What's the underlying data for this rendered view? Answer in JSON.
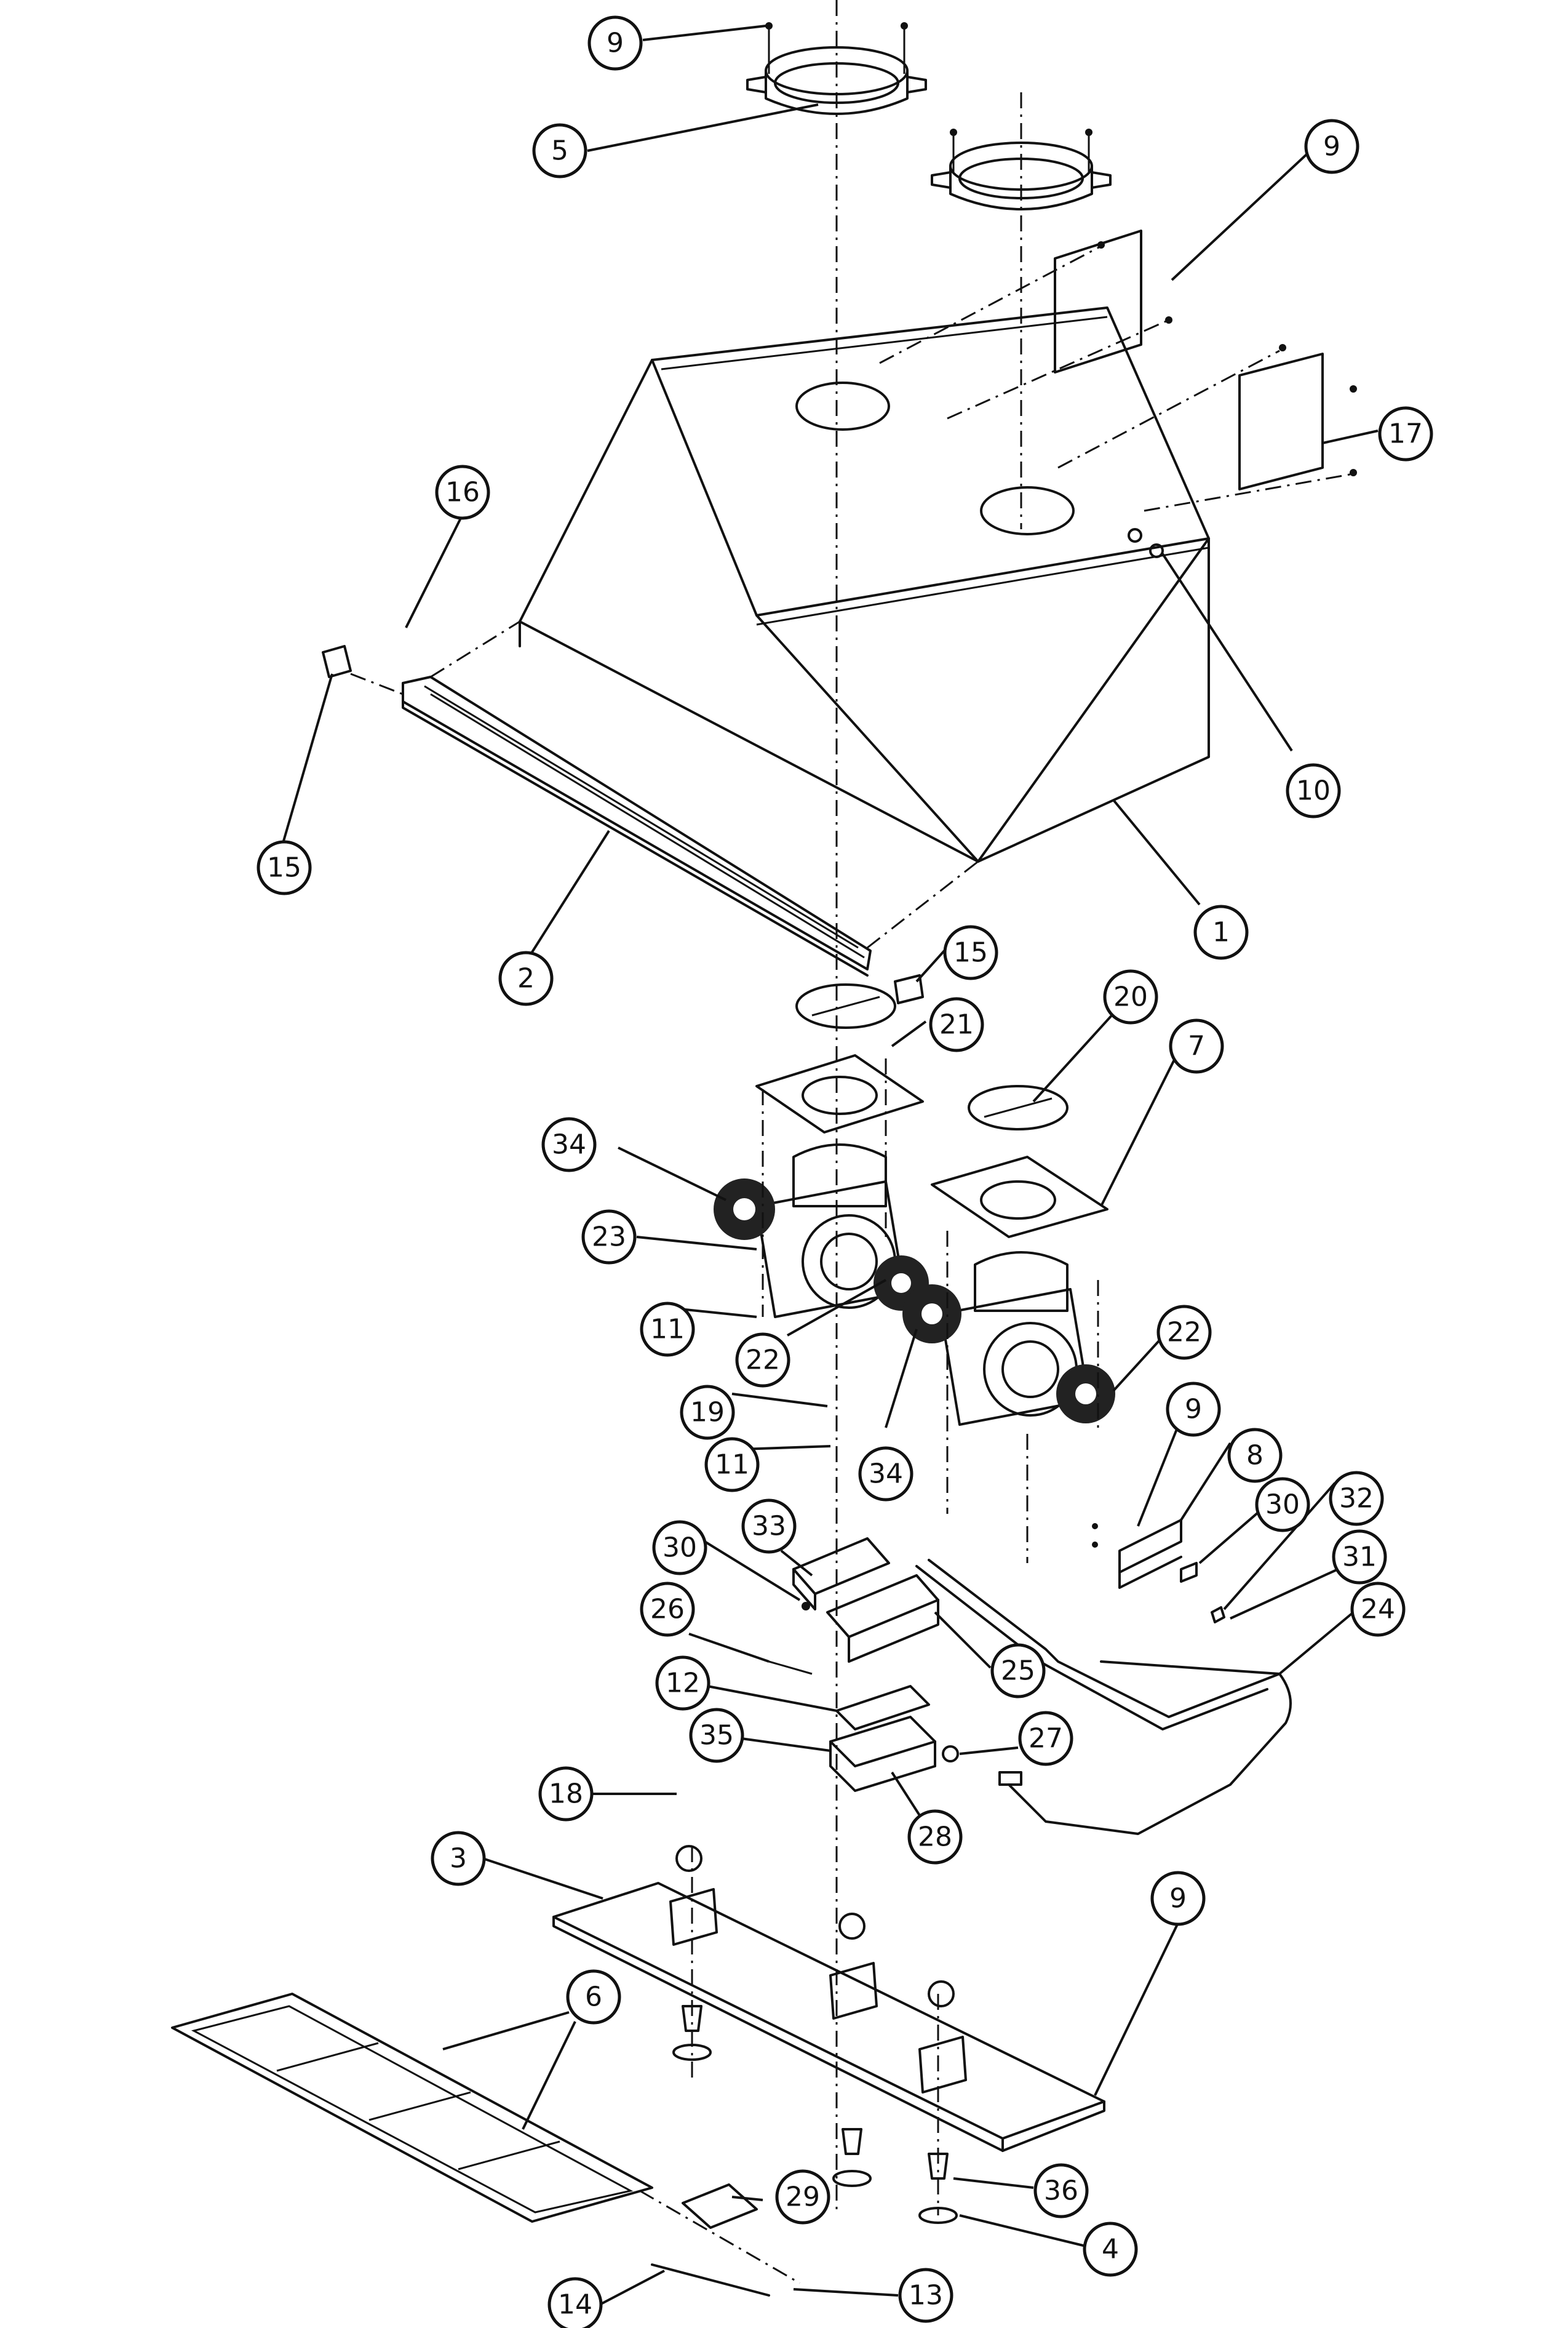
{
  "callouts": [
    "9",
    "5",
    "9",
    "17",
    "16",
    "10",
    "15",
    "2",
    "1",
    "15",
    "21",
    "20",
    "7",
    "34",
    "23",
    "11",
    "22",
    "22",
    "19",
    "11",
    "34",
    "9",
    "8",
    "30",
    "32",
    "31",
    "33",
    "30",
    "26",
    "25",
    "24",
    "12",
    "35",
    "27",
    "28",
    "18",
    "3",
    "9",
    "6",
    "36",
    "29",
    "4",
    "13",
    "14"
  ]
}
